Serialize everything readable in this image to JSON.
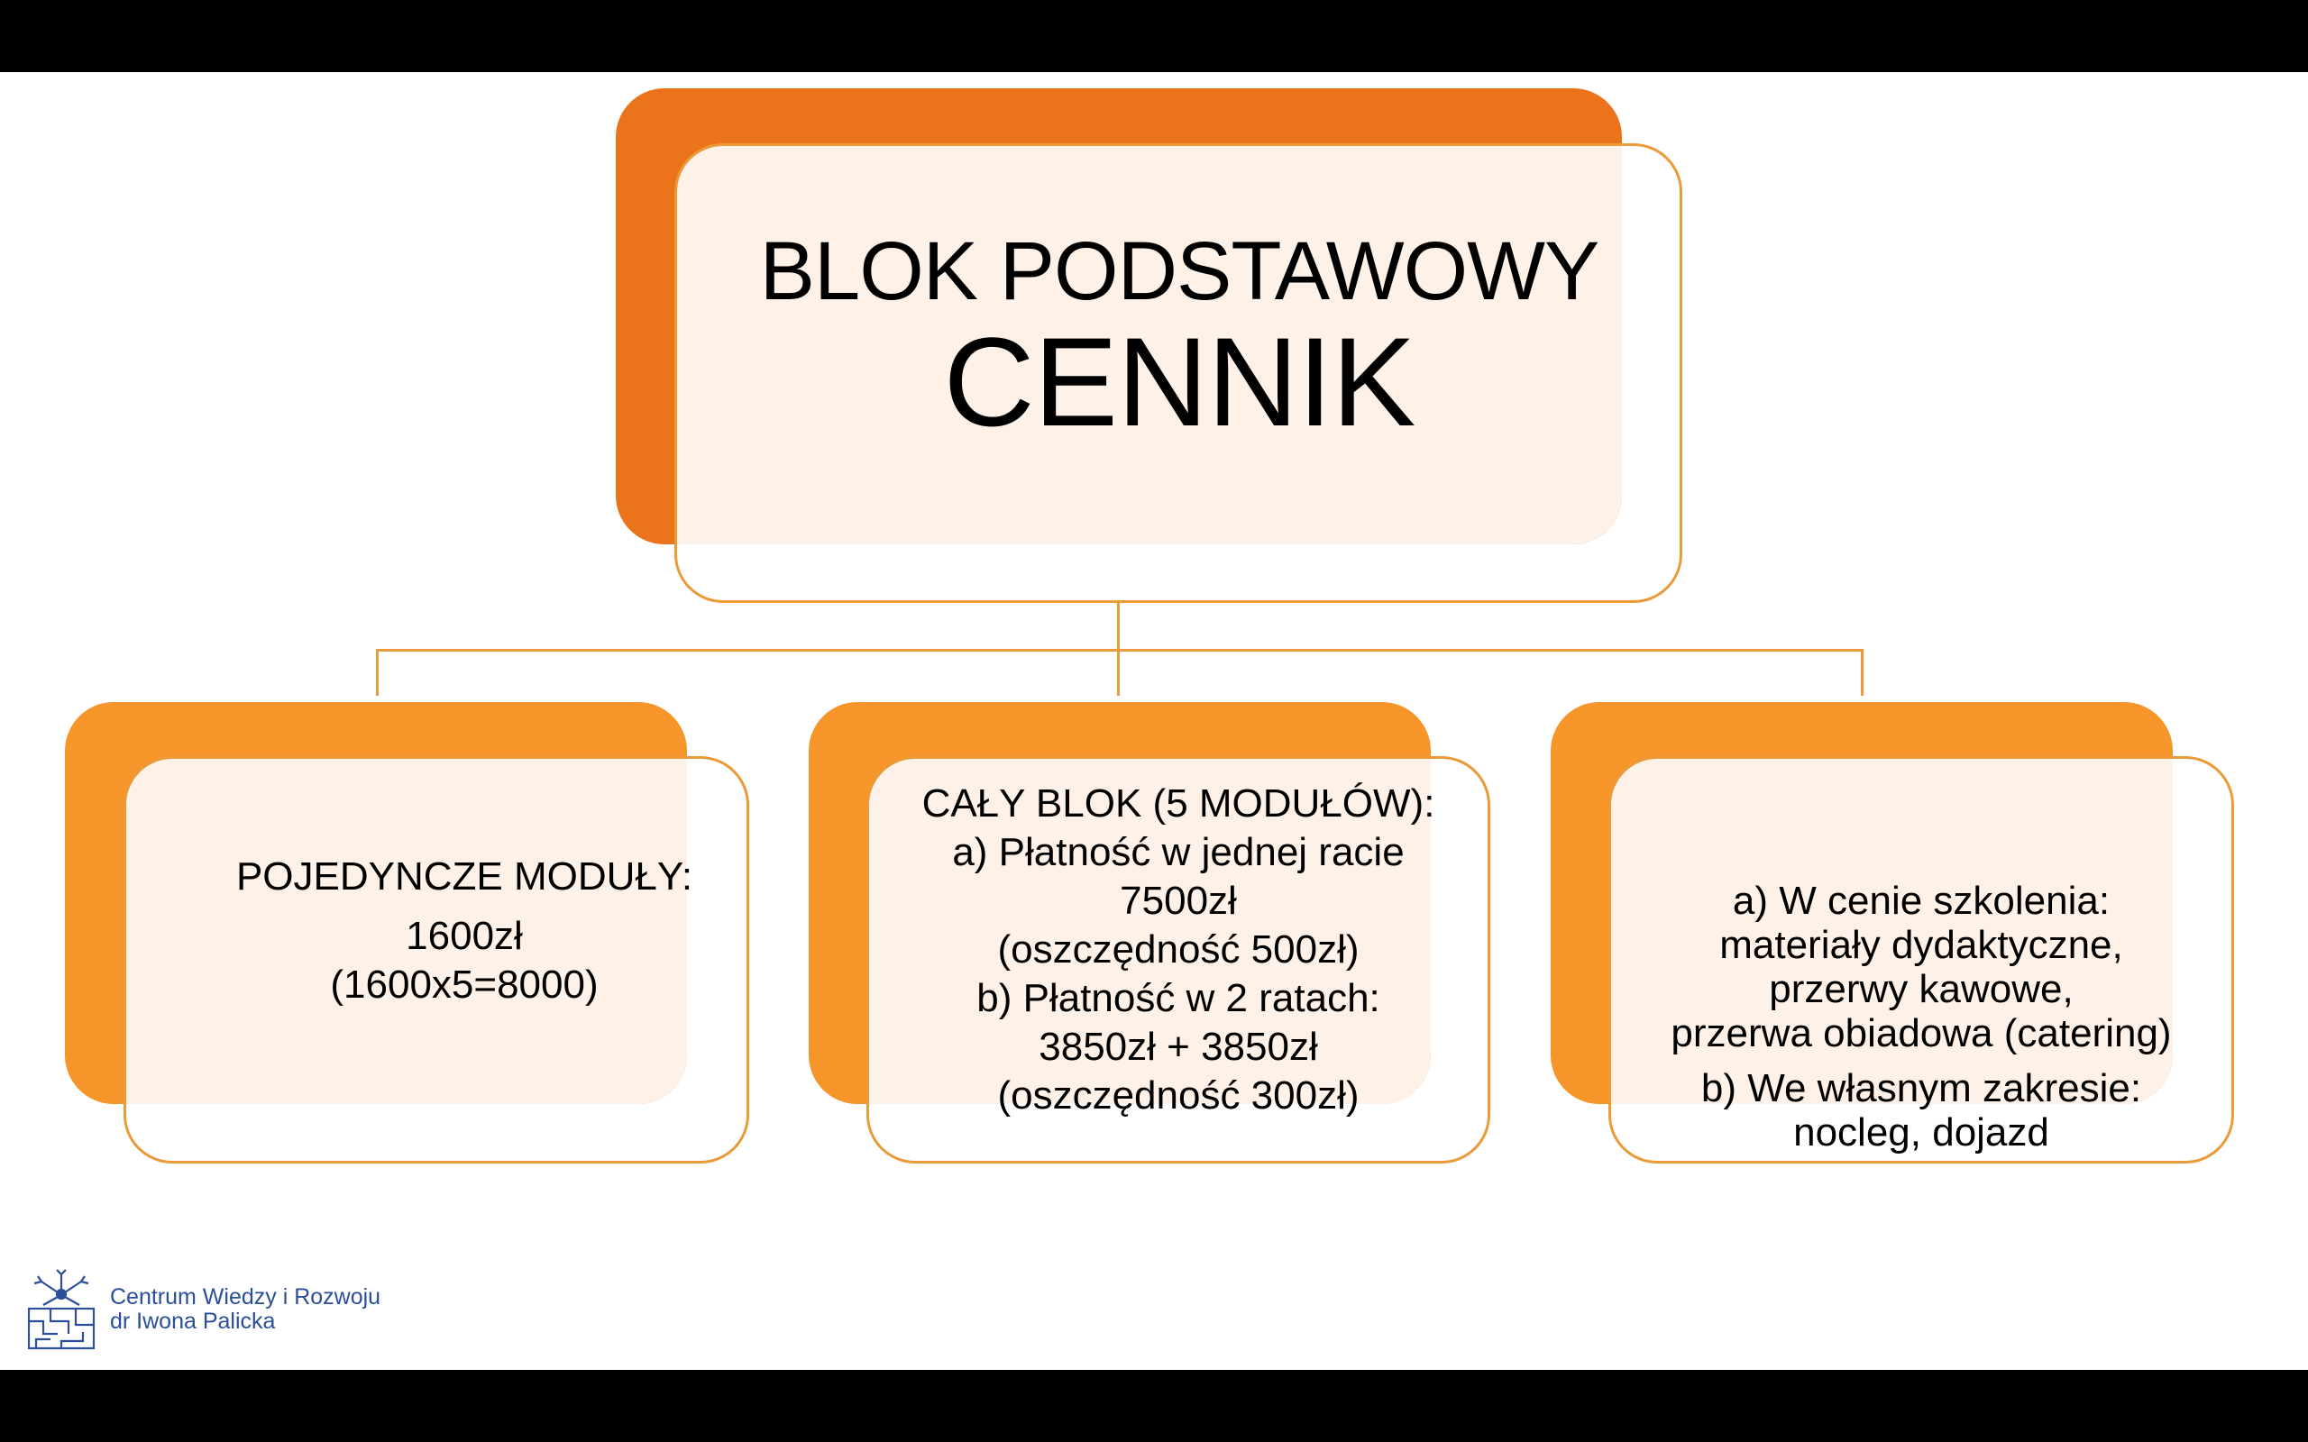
{
  "colors": {
    "title_back": "#eb7319",
    "card_back": "#f5952a",
    "panel_fill": "#fdf1e8",
    "outline": "#eb9a3a",
    "logo_blue": "#2b4e9b"
  },
  "title": {
    "line1": "BLOK PODSTAWOWY",
    "line2": "CENNIK"
  },
  "cards": [
    {
      "lines": [
        "POJEDYNCZE MODUŁY:",
        "1600zł",
        "(1600x5=8000)"
      ]
    },
    {
      "lines": [
        "CAŁY BLOK (5 MODUŁÓW):",
        "a) Płatność w jednej racie",
        "7500zł",
        "(oszczędność 500zł)",
        "b) Płatność w 2 ratach:",
        "3850zł + 3850zł",
        "(oszczędność 300zł)"
      ]
    },
    {
      "lines": [
        "a) W cenie szkolenia:",
        "materiały dydaktyczne,",
        "przerwy kawowe,",
        "przerwa obiadowa (catering)",
        "b) We własnym zakresie:",
        "nocleg, dojazd"
      ]
    }
  ],
  "logo": {
    "icon": "neuron-maze-icon",
    "line1": "Centrum Wiedzy i Rozwoju",
    "line2": "dr Iwona Palicka"
  }
}
